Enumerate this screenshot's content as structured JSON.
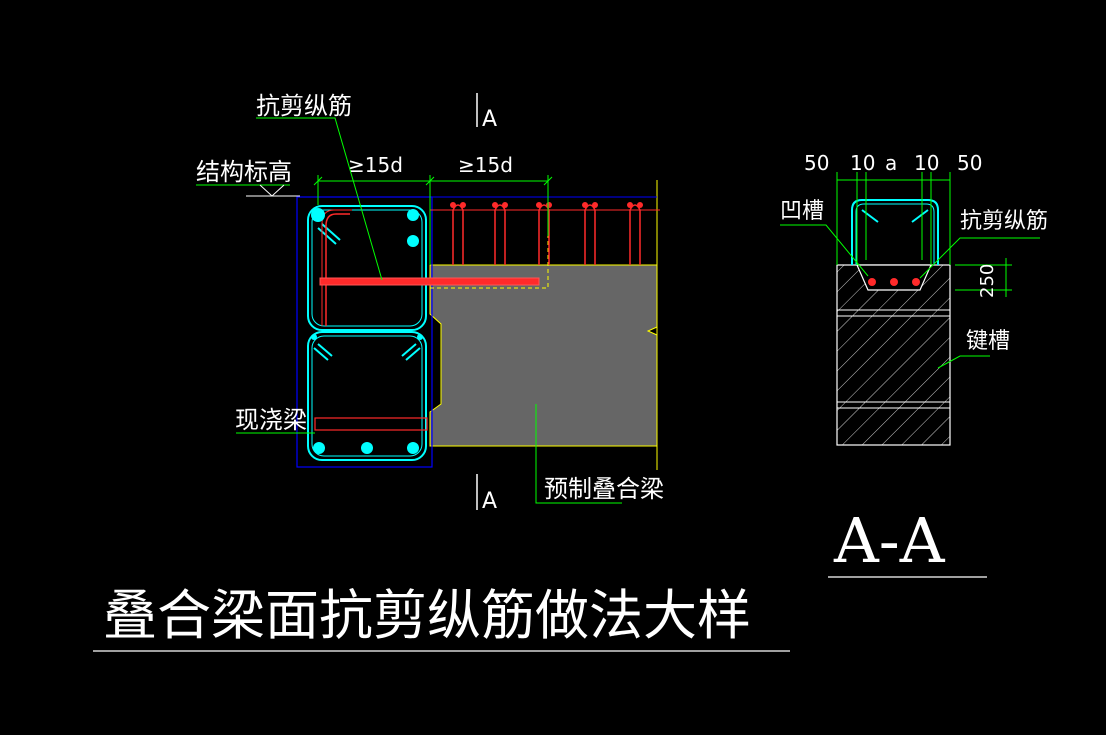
{
  "drawing": {
    "title": "叠合梁面抗剪纵筋做法大样",
    "section_title": "A-A",
    "labels": {
      "shear_rebar_main": "抗剪纵筋",
      "structural_elevation": "结构标高",
      "cast_in_place_beam": "现浇梁",
      "precast_composite_beam": "预制叠合梁",
      "groove": "凹槽",
      "shear_rebar_section": "抗剪纵筋",
      "key_groove": "键槽"
    },
    "section_marks": {
      "top": "A",
      "bottom": "A"
    },
    "dimensions": {
      "anchor_left": "≥15d",
      "anchor_right": "≥15d",
      "section_widths": [
        "50",
        "10",
        "a",
        "10",
        "50"
      ],
      "groove_depth": "250"
    }
  },
  "colors": {
    "background": "#000000",
    "cyan_rebar": "#00ffff",
    "red_rebar": "#ff2a2a",
    "yellow_outline": "#ffff00",
    "green_leader": "#00ff00",
    "blue_outline": "#0000ff",
    "precast_fill": "#666666",
    "text": "#ffffff"
  }
}
